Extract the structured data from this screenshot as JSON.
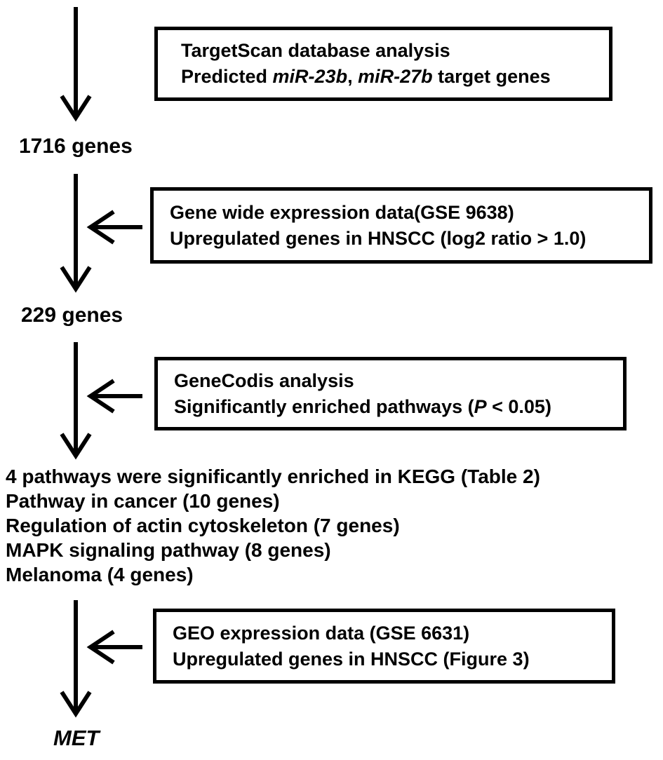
{
  "figure": {
    "background_color": "#ffffff",
    "ink_color": "#000000"
  },
  "boxes": {
    "targetscan": {
      "line1": "TargetScan database analysis",
      "line2": {
        "prefix": "Predicted ",
        "gene1": "miR-23b",
        "separator": ", ",
        "gene2": "miR-27b",
        "suffix": " target genes"
      }
    },
    "gse9638": {
      "line1": "Gene wide expression data(GSE 9638)",
      "line2": "Upregulated genes in HNSCC (log2 ratio > 1.0)"
    },
    "genecodis": {
      "line1": "GeneCodis analysis",
      "line2": {
        "prefix": "Significantly enriched pathways (",
        "p": "P",
        "suffix": " < 0.05)"
      }
    },
    "gse6631": {
      "line1": "GEO expression data (GSE 6631)",
      "line2": "Upregulated genes in HNSCC (Figure 3)"
    }
  },
  "labels": {
    "genes1716": "1716 genes",
    "genes229": "229 genes",
    "met": "MET"
  },
  "pathways": {
    "header": "4 pathways were significantly enriched in KEGG (Table 2)",
    "items": [
      "Pathway in cancer (10 genes)",
      "Regulation of actin cytoskeleton (7 genes)",
      "MAPK signaling pathway (8 genes)",
      "Melanoma (4 genes)"
    ]
  }
}
